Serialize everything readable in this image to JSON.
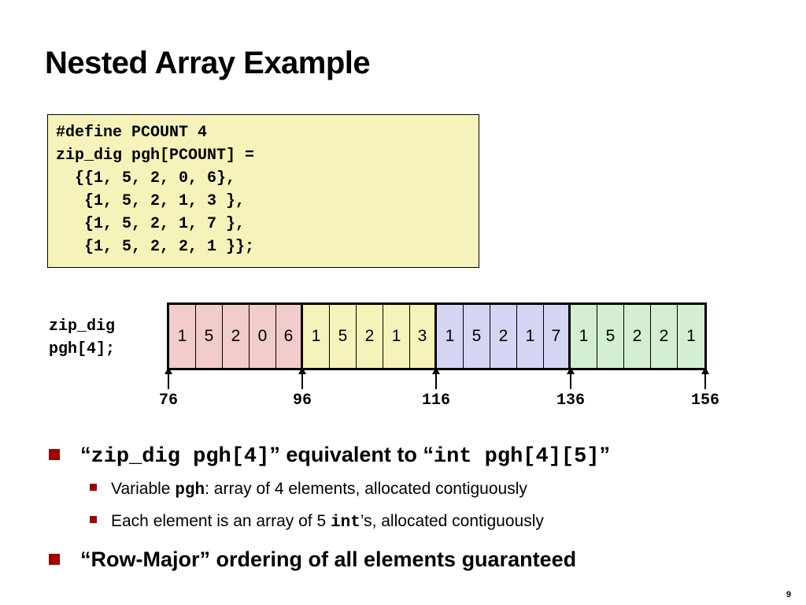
{
  "slide": {
    "title": "Nested Array Example",
    "page_number": "9"
  },
  "code": {
    "lines": [
      "#define PCOUNT 4",
      "zip_dig pgh[PCOUNT] =",
      "  {{1, 5, 2, 0, 6},",
      "   {1, 5, 2, 1, 3 },",
      "   {1, 5, 2, 1, 7 },",
      "   {1, 5, 2, 2, 1 }};"
    ]
  },
  "diagram": {
    "declaration": [
      "zip_dig",
      "pgh[4];"
    ],
    "rows": [
      {
        "values": [
          "1",
          "5",
          "2",
          "0",
          "6"
        ],
        "color": "#f2cbcb"
      },
      {
        "values": [
          "1",
          "5",
          "2",
          "1",
          "3"
        ],
        "color": "#f5f3b9"
      },
      {
        "values": [
          "1",
          "5",
          "2",
          "1",
          "7"
        ],
        "color": "#d4d4f5"
      },
      {
        "values": [
          "1",
          "5",
          "2",
          "2",
          "1"
        ],
        "color": "#d3eed0"
      }
    ],
    "addresses": [
      "76",
      "96",
      "116",
      "136",
      "156"
    ]
  },
  "bullets": [
    {
      "level": 1,
      "parts": [
        {
          "text": "“",
          "mono": false
        },
        {
          "text": "zip_dig pgh[4]",
          "mono": true
        },
        {
          "text": "” equivalent to “",
          "mono": false
        },
        {
          "text": "int pgh[4][5]",
          "mono": true
        },
        {
          "text": "”",
          "mono": false
        }
      ]
    },
    {
      "level": 2,
      "parts": [
        {
          "text": "Variable ",
          "mono": false
        },
        {
          "text": "pgh",
          "mono": true
        },
        {
          "text": ": array of 4 elements, allocated contiguously",
          "mono": false
        }
      ]
    },
    {
      "level": 2,
      "parts": [
        {
          "text": "Each element is an array of 5 ",
          "mono": false
        },
        {
          "text": "int",
          "mono": true
        },
        {
          "text": "’s, allocated contiguously",
          "mono": false
        }
      ]
    },
    {
      "level": 1,
      "parts": [
        {
          "text": "“Row-Major” ordering of all elements guaranteed",
          "mono": false
        }
      ]
    }
  ]
}
